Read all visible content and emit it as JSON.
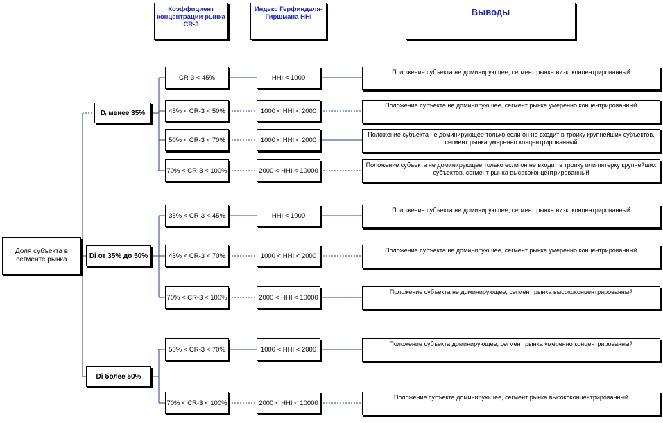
{
  "headers": {
    "cr3": "Коэффициент концентрации рынка CR-3",
    "hhi": "Индекс Герфиндаля-Гиршмана HHI",
    "conclusions": "Выводы"
  },
  "root": "Доля субъекта в сегменте рынка",
  "groups": [
    {
      "label": "Dᵢ  менее 35%",
      "rows": [
        {
          "cr3": "CR-3 < 45%",
          "hhi": "HHI < 1000",
          "result": "Положение субъекта не доминирующее, сегмент рынка низкоконцентрированный"
        },
        {
          "cr3": "45% < CR-3 < 50%",
          "hhi": "1000 < HHI < 2000",
          "result": "Положение субъекта не доминирующее, сегмент рынка умеренно концентрированный"
        },
        {
          "cr3": "50% < CR-3 < 70%",
          "hhi": "1000 < HHI < 2000",
          "result": "Положение субъекта не доминирующее только если он не входит в троику крупнейших субъектов, сегмент рынка умеренно концентрированный"
        },
        {
          "cr3": "70% < CR-3 < 100%",
          "hhi": "2000 < HHI < 10000",
          "result": "Положение субъекта не доминирующее только если он не входит в троику или пятерку крупнейших субъектов, сегмент рынка высококонцентрированный"
        }
      ]
    },
    {
      "label": "Di от 35% до 50%",
      "rows": [
        {
          "cr3": "35% < CR-3 < 45%",
          "hhi": "HHI < 1000",
          "result": "Положение субъекта не доминирующее, сегмент рынка низкоконцентрированный"
        },
        {
          "cr3": "45% < CR-3 < 70%",
          "hhi": "1000 < HHI < 2000",
          "result": "Положение субъекта не доминирующее, сегмент рынка умеренно концентрированный"
        },
        {
          "cr3": "70% < CR-3 < 100%",
          "hhi": "2000 < HHI < 10000",
          "result": "Положение субъекта не доминирующее, сегмент рынка высококонцентрированный"
        }
      ]
    },
    {
      "label": "Di  более 50%",
      "rows": [
        {
          "cr3": "50% < CR-3 < 70%",
          "hhi": "1000 < HHI < 2000",
          "result": "Положение субъекта доминирующее, сегмент рынка умеренно концентрированный"
        },
        {
          "cr3": "70% < CR-3 < 100%",
          "hhi": "2000 < HHI < 10000",
          "result": "Положение субъекта доминирующее, сегмент рынка высококонцентрированный"
        }
      ]
    }
  ]
}
